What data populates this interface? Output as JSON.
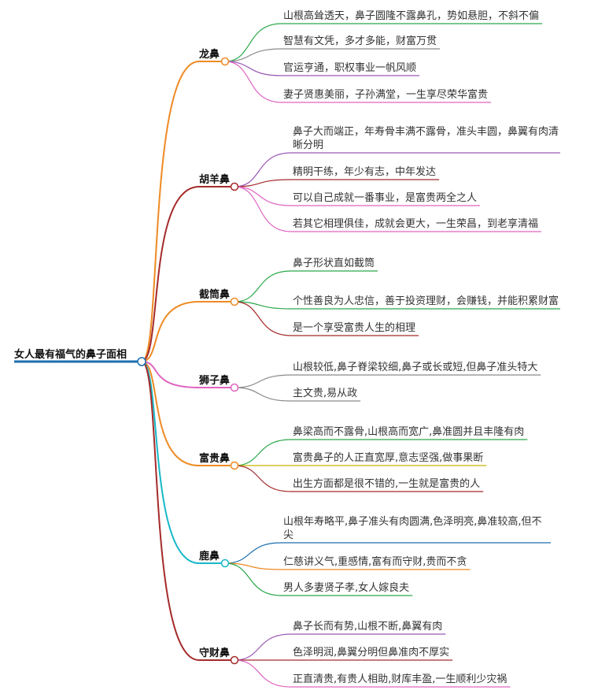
{
  "root": {
    "label": "女人最有福气的鼻子面相",
    "color": "#1b6fb0"
  },
  "branches": [
    {
      "label": "龙鼻",
      "color": "#ee8a23",
      "leaves": [
        {
          "text": "山根高耸透天，鼻子圆隆不露鼻孔，势如悬胆，不斜不偏",
          "color": "#2aa84a"
        },
        {
          "text": "智慧有文凭，多才多能，财富万贯",
          "color": "#8a8a8a"
        },
        {
          "text": "官运亨通，职权事业一帆风顺",
          "color": "#9b59b6"
        },
        {
          "text": "妻子贤惠美丽，子孙满堂，一生享尽荣华富贵",
          "color": "#e064c0"
        }
      ]
    },
    {
      "label": "胡羊鼻",
      "color": "#a52a2a",
      "leaves": [
        {
          "text": "鼻子大而端正，年寿骨丰满不露骨，准头丰圆，鼻翼有肉清晰分明",
          "color": "#9b59b6"
        },
        {
          "text": "精明干练，年少有志，中年发达",
          "color": "#a52a2a"
        },
        {
          "text": "可以自己成就一番事业，是富贵两全之人",
          "color": "#e064c0"
        },
        {
          "text": "若其它相理俱佳，成就会更大，一生荣昌，到老享清福",
          "color": "#e064c0"
        }
      ]
    },
    {
      "label": "截筒鼻",
      "color": "#ee8a23",
      "leaves": [
        {
          "text": "鼻子形状直如截筒",
          "color": "#2aa84a"
        },
        {
          "text": "个性善良为人忠信，善于投资理财，会赚钱，并能积累财富",
          "color": "#2aa84a"
        },
        {
          "text": "是一个享受富贵人生的相理",
          "color": "#a52a2a"
        }
      ]
    },
    {
      "label": "狮子鼻",
      "color": "#e064c0",
      "leaves": [
        {
          "text": "山根较低,鼻子脊梁较细,鼻子或长或短,但鼻子准头特大",
          "color": "#8a8a8a"
        },
        {
          "text": "主文贵,易从政",
          "color": "#8a8a8a"
        }
      ]
    },
    {
      "label": "富贵鼻",
      "color": "#ee8a23",
      "leaves": [
        {
          "text": "鼻梁高而不露骨,山根高而宽广,鼻准圆并且丰隆有肉",
          "color": "#2aa84a"
        },
        {
          "text": "富贵鼻子的人正直宽厚,意志坚强,做事果断",
          "color": "#c8b400"
        },
        {
          "text": "出生方面都是很不错的,一生就是富贵的人",
          "color": "#a52a2a"
        }
      ]
    },
    {
      "label": "鹿鼻",
      "color": "#17b8c8",
      "leaves": [
        {
          "text": "山根年寿略平,鼻子准头有肉圆满,色泽明亮,鼻准较高,但不尖",
          "color": "#1b6fb0"
        },
        {
          "text": "仁慈讲义气,重感情,富有而守财,贵而不贪",
          "color": "#ee8a23"
        },
        {
          "text": "男人多妻贤子孝,女人嫁良夫",
          "color": "#2aa84a"
        }
      ]
    },
    {
      "label": "守财鼻",
      "color": "#a52a2a",
      "leaves": [
        {
          "text": "鼻子长而有势,山根不断,鼻翼有肉",
          "color": "#9b59b6"
        },
        {
          "text": "色泽明润,鼻翼分明但鼻准肉不厚实",
          "color": "#a52a2a"
        },
        {
          "text": "正直清贵,有贵人相助,财库丰盈,一生顺利少灾祸",
          "color": "#e064c0"
        }
      ]
    }
  ]
}
